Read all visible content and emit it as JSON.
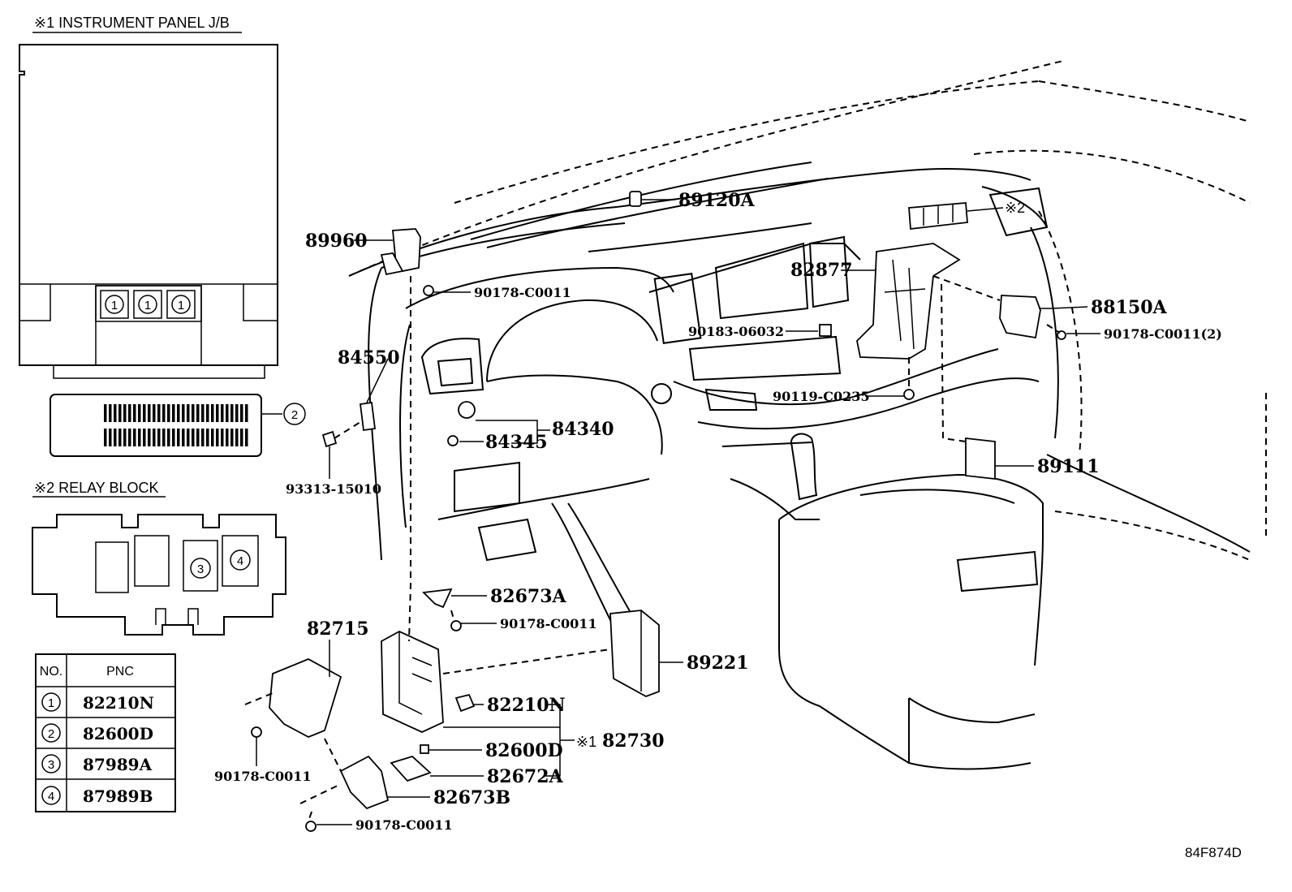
{
  "sections": {
    "instrument_panel_jb": "※1 INSTRUMENT PANEL J/B",
    "relay_block": "※2 RELAY BLOCK"
  },
  "markers": {
    "jb_one": "1",
    "jb_two": "2",
    "rb_three": "3",
    "rb_four": "4",
    "ref_two": "※2",
    "ref_one": "※1"
  },
  "pnc_table": {
    "headers": [
      "NO.",
      "PNC"
    ],
    "rows": [
      {
        "no": "1",
        "pnc": "82210N"
      },
      {
        "no": "2",
        "pnc": "82600D"
      },
      {
        "no": "3",
        "pnc": "87989A"
      },
      {
        "no": "4",
        "pnc": "87989B"
      }
    ]
  },
  "callouts": {
    "c89120A": "89120A",
    "c89960": "89960",
    "c90178_top": "90178-C0011",
    "c82877": "82877",
    "c88150A": "88150A",
    "c90183": "90183-06032",
    "c90178_2": "90178-C0011(2)",
    "c84550": "84550",
    "c90119": "90119-C0235",
    "c84340": "84340",
    "c84345": "84345",
    "c93313": "93313-15010",
    "c89111": "89111",
    "c82673A": "82673A",
    "c90178_mid": "90178-C0011",
    "c82715": "82715",
    "c89221": "89221",
    "c82210N": "82210N",
    "c82730": "82730",
    "c82600D": "82600D",
    "c82672A": "82672A",
    "c90178_left": "90178-C0011",
    "c82673B": "82673B",
    "c90178_bottom": "90178-C0011"
  },
  "figure_code": "84F874D"
}
